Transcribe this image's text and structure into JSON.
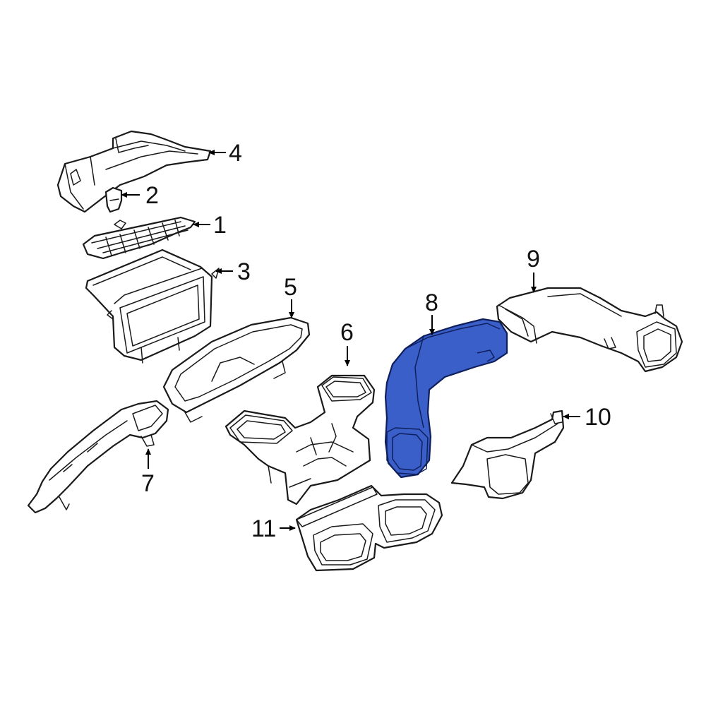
{
  "colors": {
    "highlight_fill": "#3a5fc9",
    "line": "#1a1a1a",
    "background": "#ffffff"
  },
  "highlighted_part": "8",
  "callouts": [
    {
      "id": "c1",
      "label": "1"
    },
    {
      "id": "c2",
      "label": "2"
    },
    {
      "id": "c3",
      "label": "3"
    },
    {
      "id": "c4",
      "label": "4"
    },
    {
      "id": "c5",
      "label": "5"
    },
    {
      "id": "c6",
      "label": "6"
    },
    {
      "id": "c7",
      "label": "7"
    },
    {
      "id": "c8",
      "label": "8"
    },
    {
      "id": "c9",
      "label": "9"
    },
    {
      "id": "c10",
      "label": "10"
    },
    {
      "id": "c11",
      "label": "11"
    }
  ]
}
